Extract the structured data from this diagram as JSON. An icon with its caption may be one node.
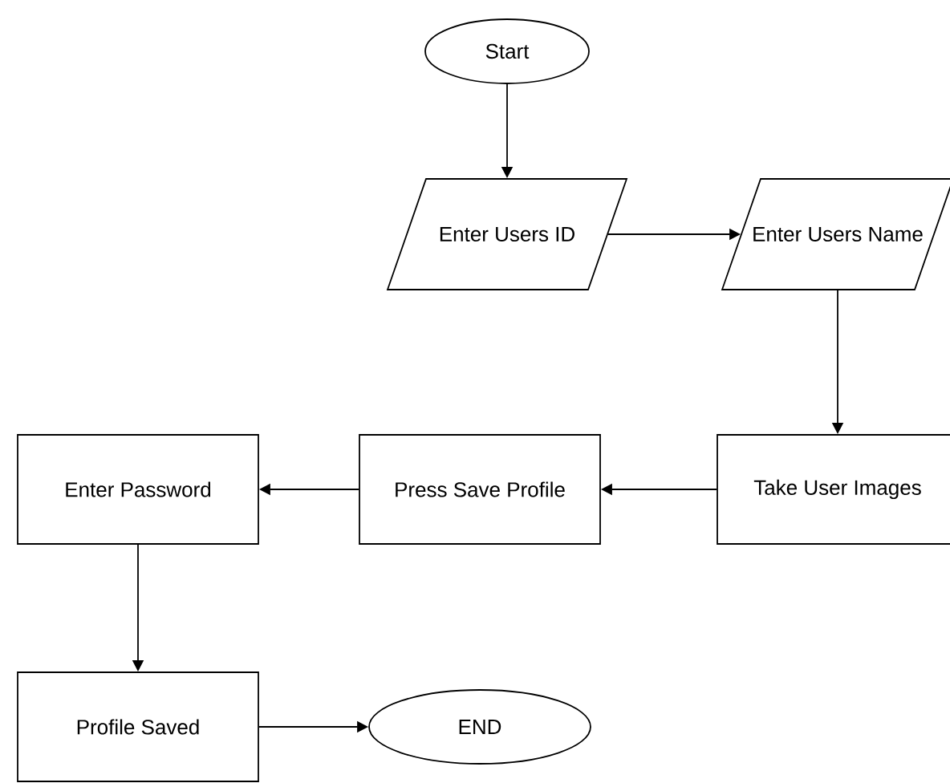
{
  "diagram": {
    "nodes": [
      {
        "text": [
          "Start"
        ]
      },
      {
        "text": [
          "Enter Users ID"
        ]
      },
      {
        "text": [
          "Enter Users Name"
        ]
      },
      {
        "text": [
          "Take User Images"
        ]
      },
      {
        "text": [
          "Press Save Profile"
        ]
      },
      {
        "text": [
          "Enter Password"
        ]
      },
      {
        "text": [
          "Profile Saved"
        ]
      },
      {
        "text": [
          "END"
        ]
      }
    ],
    "edges": [
      {
        "from": 0,
        "to": 1,
        "arrow": "to"
      },
      {
        "from": 1,
        "to": 2,
        "arrow": "to"
      },
      {
        "from": 2,
        "to": 3,
        "arrow": "to"
      },
      {
        "from": 3,
        "to": 4,
        "arrow": "to"
      },
      {
        "from": 4,
        "to": 5,
        "arrow": "to"
      },
      {
        "from": 5,
        "to": 6,
        "arrow": "to"
      },
      {
        "from": 6,
        "to": 7,
        "arrow": "to"
      }
    ]
  }
}
